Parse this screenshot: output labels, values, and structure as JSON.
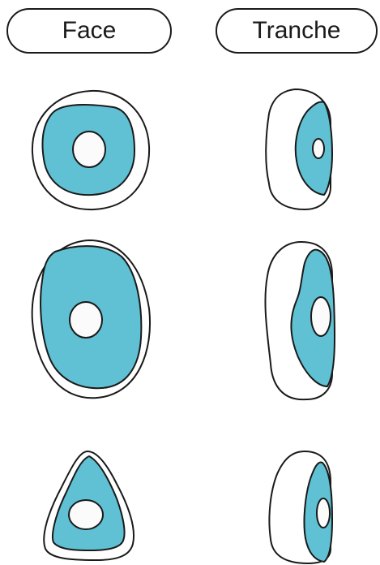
{
  "headers": {
    "face_label": "Face",
    "tranche_label": "Tranche"
  },
  "colors": {
    "fill": "#5fc1d3",
    "outline": "#1a1a1a",
    "background": "#ffffff",
    "hole": "#fbfbfb"
  },
  "rows": [
    {
      "face_shape": "round-disc",
      "tranche_shape": "round-disc-side"
    },
    {
      "face_shape": "oval-disc",
      "tranche_shape": "oval-disc-side"
    },
    {
      "face_shape": "triangular-disc",
      "tranche_shape": "triangular-disc-side"
    }
  ]
}
